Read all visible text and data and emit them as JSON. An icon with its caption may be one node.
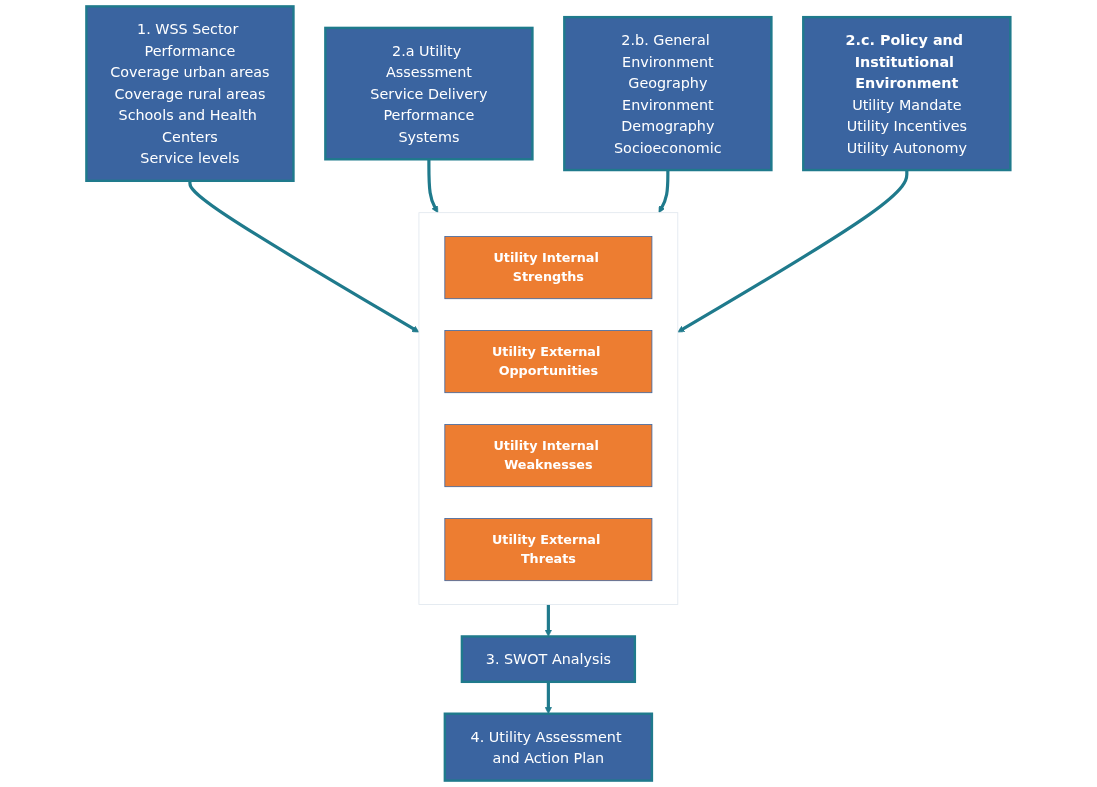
{
  "diagram": {
    "nodes": [
      {
        "text": [
          "1. WSS Sector Performance",
          "Coverage urban areas",
          "Coverage rural areas",
          "Schools and Health Centers",
          "Service levels"
        ]
      },
      {
        "text": [
          "2.a Utility Assessment",
          "Service Delivery",
          "Performance",
          "Systems"
        ]
      },
      {
        "text": [],
        "shape": "box"
      },
      {
        "text": [
          "Utility Internal Strengths"
        ],
        "in": 2
      },
      {
        "text": [
          "Utility External Opportunities"
        ],
        "in": 2
      },
      {
        "text": [
          "Utility Internal Weaknesses"
        ],
        "in": 2
      },
      {
        "text": [
          "Utility External Threats"
        ],
        "in": 2
      },
      {
        "text": [
          "2.b. General Environment",
          "Geography",
          "Environment",
          "Demography",
          "Socioeconomic"
        ]
      },
      {
        "text": [
          "2.c. Policy and Institutional Environment",
          "Utility Mandate",
          "Utility Incentives",
          "Utility Autonomy"
        ]
      },
      {
        "text": [
          "3. SWOT Analysis"
        ]
      },
      {
        "text": [
          "4. Utility Assessment and Action Plan"
        ]
      }
    ],
    "edges": [
      {
        "from": 0,
        "to": 2,
        "arrow": "to"
      },
      {
        "from": 1,
        "to": 2,
        "arrow": "to"
      },
      {
        "from": 7,
        "to": 2,
        "arrow": "to"
      },
      {
        "from": 8,
        "to": 2,
        "arrow": "to"
      },
      {
        "from": 2,
        "to": 9,
        "arrow": "to"
      },
      {
        "from": 9,
        "to": 10,
        "arrow": "to"
      }
    ]
  }
}
